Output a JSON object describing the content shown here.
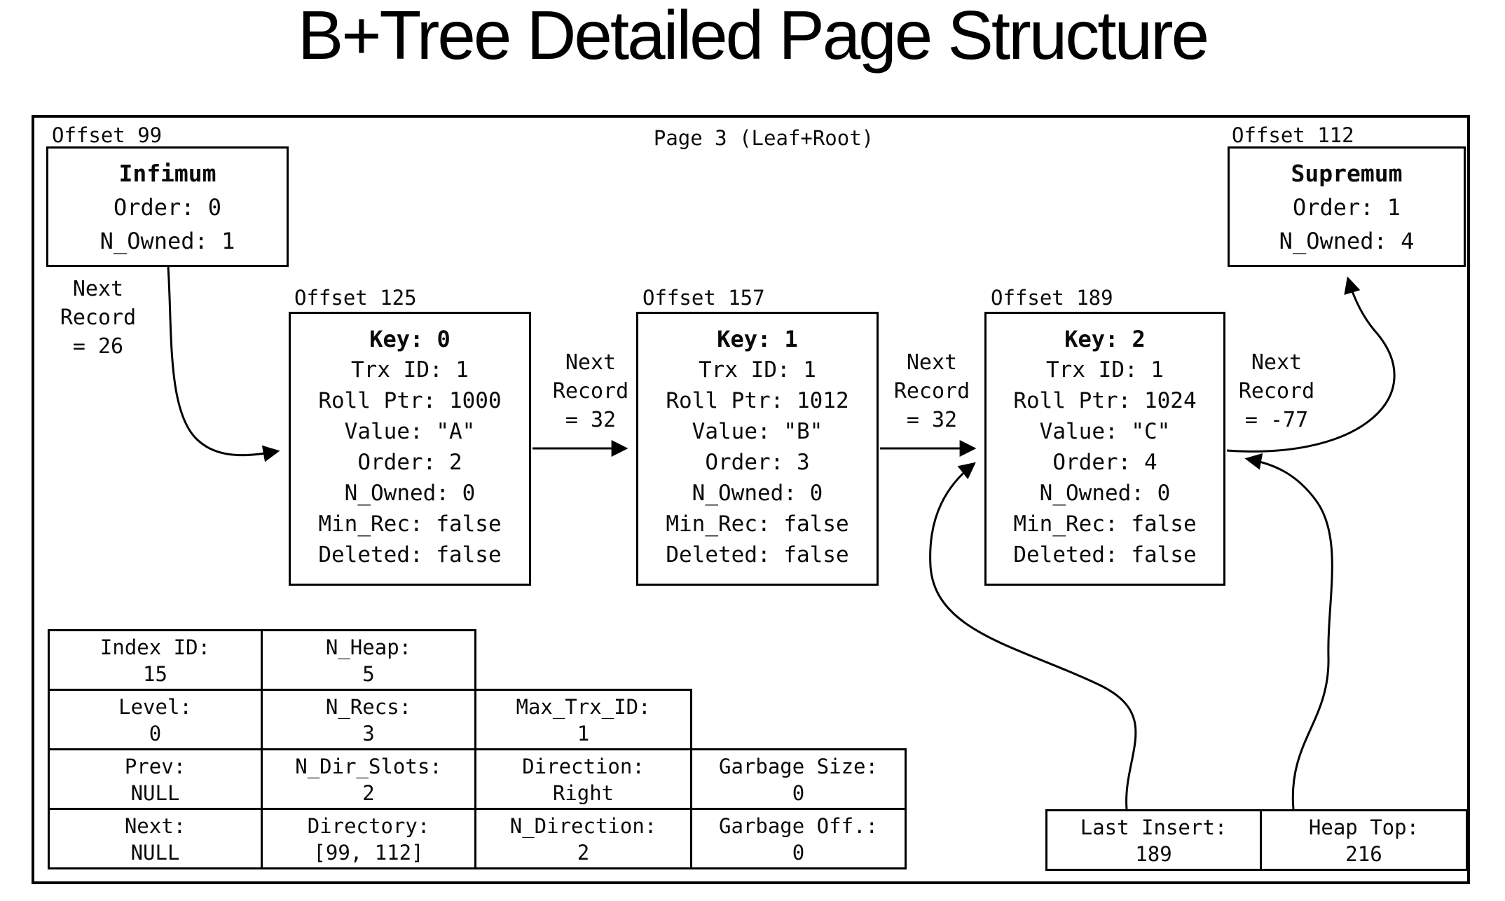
{
  "title": "B+Tree Detailed Page Structure",
  "page_label": "Page 3 (Leaf+Root)",
  "infimum": {
    "offset_label": "Offset 99",
    "title": "Infimum",
    "lines": [
      "Order: 0",
      "N_Owned: 1"
    ]
  },
  "supremum": {
    "offset_label": "Offset 112",
    "title": "Supremum",
    "lines": [
      "Order: 1",
      "N_Owned: 4"
    ]
  },
  "records": [
    {
      "offset_label": "Offset 125",
      "title": "Key: 0",
      "lines": [
        "Trx ID: 1",
        "Roll Ptr: 1000",
        "Value: \"A\"",
        "Order: 2",
        "N_Owned: 0",
        "Min_Rec: false",
        "Deleted: false"
      ]
    },
    {
      "offset_label": "Offset 157",
      "title": "Key: 1",
      "lines": [
        "Trx ID: 1",
        "Roll Ptr: 1012",
        "Value: \"B\"",
        "Order: 3",
        "N_Owned: 0",
        "Min_Rec: false",
        "Deleted: false"
      ]
    },
    {
      "offset_label": "Offset 189",
      "title": "Key: 2",
      "lines": [
        "Trx ID: 1",
        "Roll Ptr: 1024",
        "Value: \"C\"",
        "Order: 4",
        "N_Owned: 0",
        "Min_Rec: false",
        "Deleted: false"
      ]
    }
  ],
  "next_labels": {
    "infimum": "Next\nRecord\n= 26",
    "rec0": "Next\nRecord\n= 32",
    "rec1": "Next\nRecord\n= 32",
    "rec2": "Next\nRecord\n= -77"
  },
  "page_header_table": {
    "rows": [
      {
        "cells": [
          {
            "label": "Index ID:",
            "value": "15"
          },
          {
            "label": "N_Heap:",
            "value": "5"
          }
        ]
      },
      {
        "cells": [
          {
            "label": "Level:",
            "value": "0"
          },
          {
            "label": "N_Recs:",
            "value": "3"
          },
          {
            "label": "Max_Trx_ID:",
            "value": "1"
          }
        ]
      },
      {
        "cells": [
          {
            "label": "Prev:",
            "value": "NULL"
          },
          {
            "label": "N_Dir_Slots:",
            "value": "2"
          },
          {
            "label": "Direction:",
            "value": "Right"
          },
          {
            "label": "Garbage Size:",
            "value": "0"
          }
        ]
      },
      {
        "cells": [
          {
            "label": "Next:",
            "value": "NULL"
          },
          {
            "label": "Directory:",
            "value": "[99, 112]"
          },
          {
            "label": "N_Direction:",
            "value": "2"
          },
          {
            "label": "Garbage Off.:",
            "value": "0"
          }
        ]
      }
    ]
  },
  "footer": {
    "cells": [
      {
        "label": "Last Insert:",
        "value": "189"
      },
      {
        "label": "Heap Top:",
        "value": "216"
      }
    ]
  },
  "colors": {
    "ink": "#000000",
    "background": "#ffffff"
  }
}
